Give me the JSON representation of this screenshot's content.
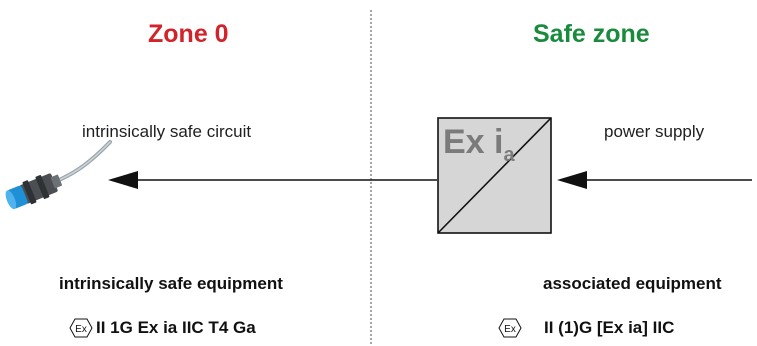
{
  "zones": {
    "hazardous": {
      "title": "Zone 0",
      "color": "#d2232a"
    },
    "safe": {
      "title": "Safe zone",
      "color": "#1a8a3c"
    }
  },
  "left": {
    "circuit_label": "intrinsically safe circuit",
    "equipment_label": "intrinsically safe equipment",
    "marking": "II 1G Ex ia IIC T4 Ga",
    "device_icon": "inductive-sensor-icon"
  },
  "right": {
    "supply_label": "power supply",
    "equipment_label": "associated equipment",
    "marking": "II (1)G [Ex ia] IIC",
    "barrier_text_main": "Ex i",
    "barrier_text_sub": "a"
  },
  "ex_symbol_text": "Ex",
  "colors": {
    "barrier_fill": "#d6d6d6",
    "barrier_text": "#7b7b7b",
    "arrow": "#111111",
    "divider": "#888888"
  }
}
